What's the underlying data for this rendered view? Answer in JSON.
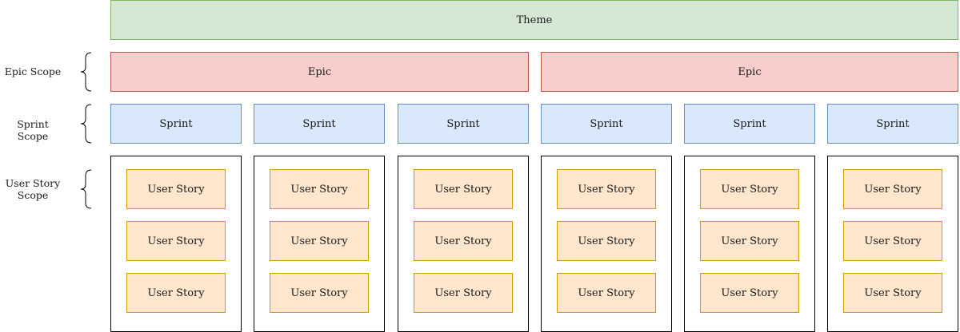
{
  "theme": {
    "label": "Theme"
  },
  "scopes": {
    "epic": "Epic Scope",
    "sprint": "Sprint Scope",
    "user_story": "User Story\nScope"
  },
  "epics": [
    {
      "label": "Epic"
    },
    {
      "label": "Epic"
    }
  ],
  "sprints": [
    {
      "label": "Sprint",
      "stories": [
        "User Story",
        "User Story",
        "User Story"
      ]
    },
    {
      "label": "Sprint",
      "stories": [
        "User Story",
        "User Story",
        "User Story"
      ]
    },
    {
      "label": "Sprint",
      "stories": [
        "User Story",
        "User Story",
        "User Story"
      ]
    },
    {
      "label": "Sprint",
      "stories": [
        "User Story",
        "User Story",
        "User Story"
      ]
    },
    {
      "label": "Sprint",
      "stories": [
        "User Story",
        "User Story",
        "User Story"
      ]
    },
    {
      "label": "Sprint",
      "stories": [
        "User Story",
        "User Story",
        "User Story"
      ]
    }
  ],
  "colors": {
    "theme_fill": "#d5e8d4",
    "theme_stroke": "#82b366",
    "epic_fill": "#f8cecc",
    "epic_stroke": "#b85450",
    "sprint_fill": "#dae8fc",
    "sprint_stroke": "#6c8ebf",
    "story_fill": "#ffe6cc",
    "story_stroke": "#d79b00"
  }
}
